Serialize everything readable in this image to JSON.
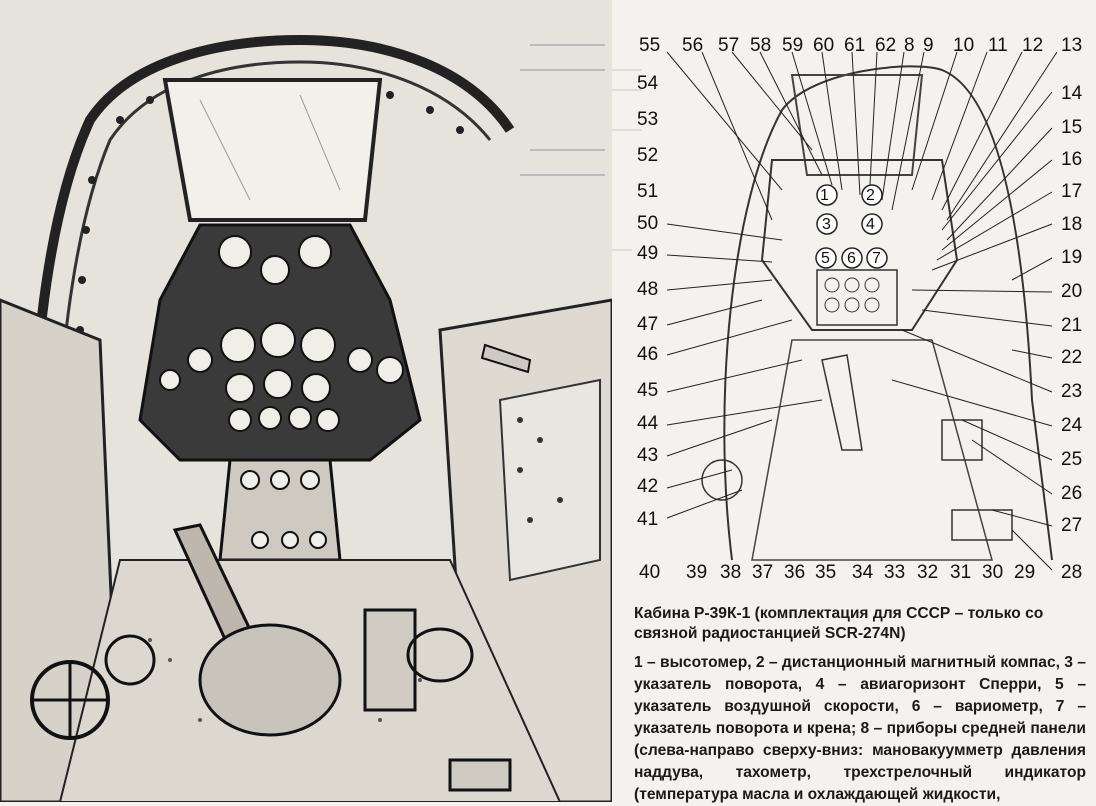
{
  "labels": {
    "top": [
      "55",
      "56",
      "57",
      "58",
      "59",
      "60",
      "61",
      "62",
      "8",
      "9",
      "10",
      "11",
      "12",
      "13"
    ],
    "right": [
      "14",
      "15",
      "16",
      "17",
      "18",
      "19",
      "20",
      "21",
      "22",
      "23",
      "24",
      "25",
      "26",
      "27"
    ],
    "bottom": [
      "40",
      "39",
      "38",
      "37",
      "36",
      "35",
      "34",
      "33",
      "32",
      "31",
      "30",
      "29",
      "28"
    ],
    "left": [
      "54",
      "53",
      "52",
      "51",
      "50",
      "49",
      "48",
      "47",
      "46",
      "45",
      "44",
      "43",
      "42",
      "41"
    ],
    "instruments": [
      "1",
      "2",
      "3",
      "4",
      "5",
      "6",
      "7"
    ]
  },
  "caption": {
    "title": "Кабина Р-39К-1 (комплектация для СССР – только со связной радиостанцией SCR-274N)",
    "body": "1 – высотомер, 2 – дистанционный магнитный компас, 3 – указатель поворота, 4 – авиагоризонт Сперри, 5 – указатель воздушной скорости, 6 – вариометр, 7 – указатель поворота и крена; 8 – приборы средней панели (слева-направо сверху-вниз: мановакуумметр давления наддува, тахометр, трехстрелочный индикатор (температура масла и охлаждающей жидкости,"
  }
}
